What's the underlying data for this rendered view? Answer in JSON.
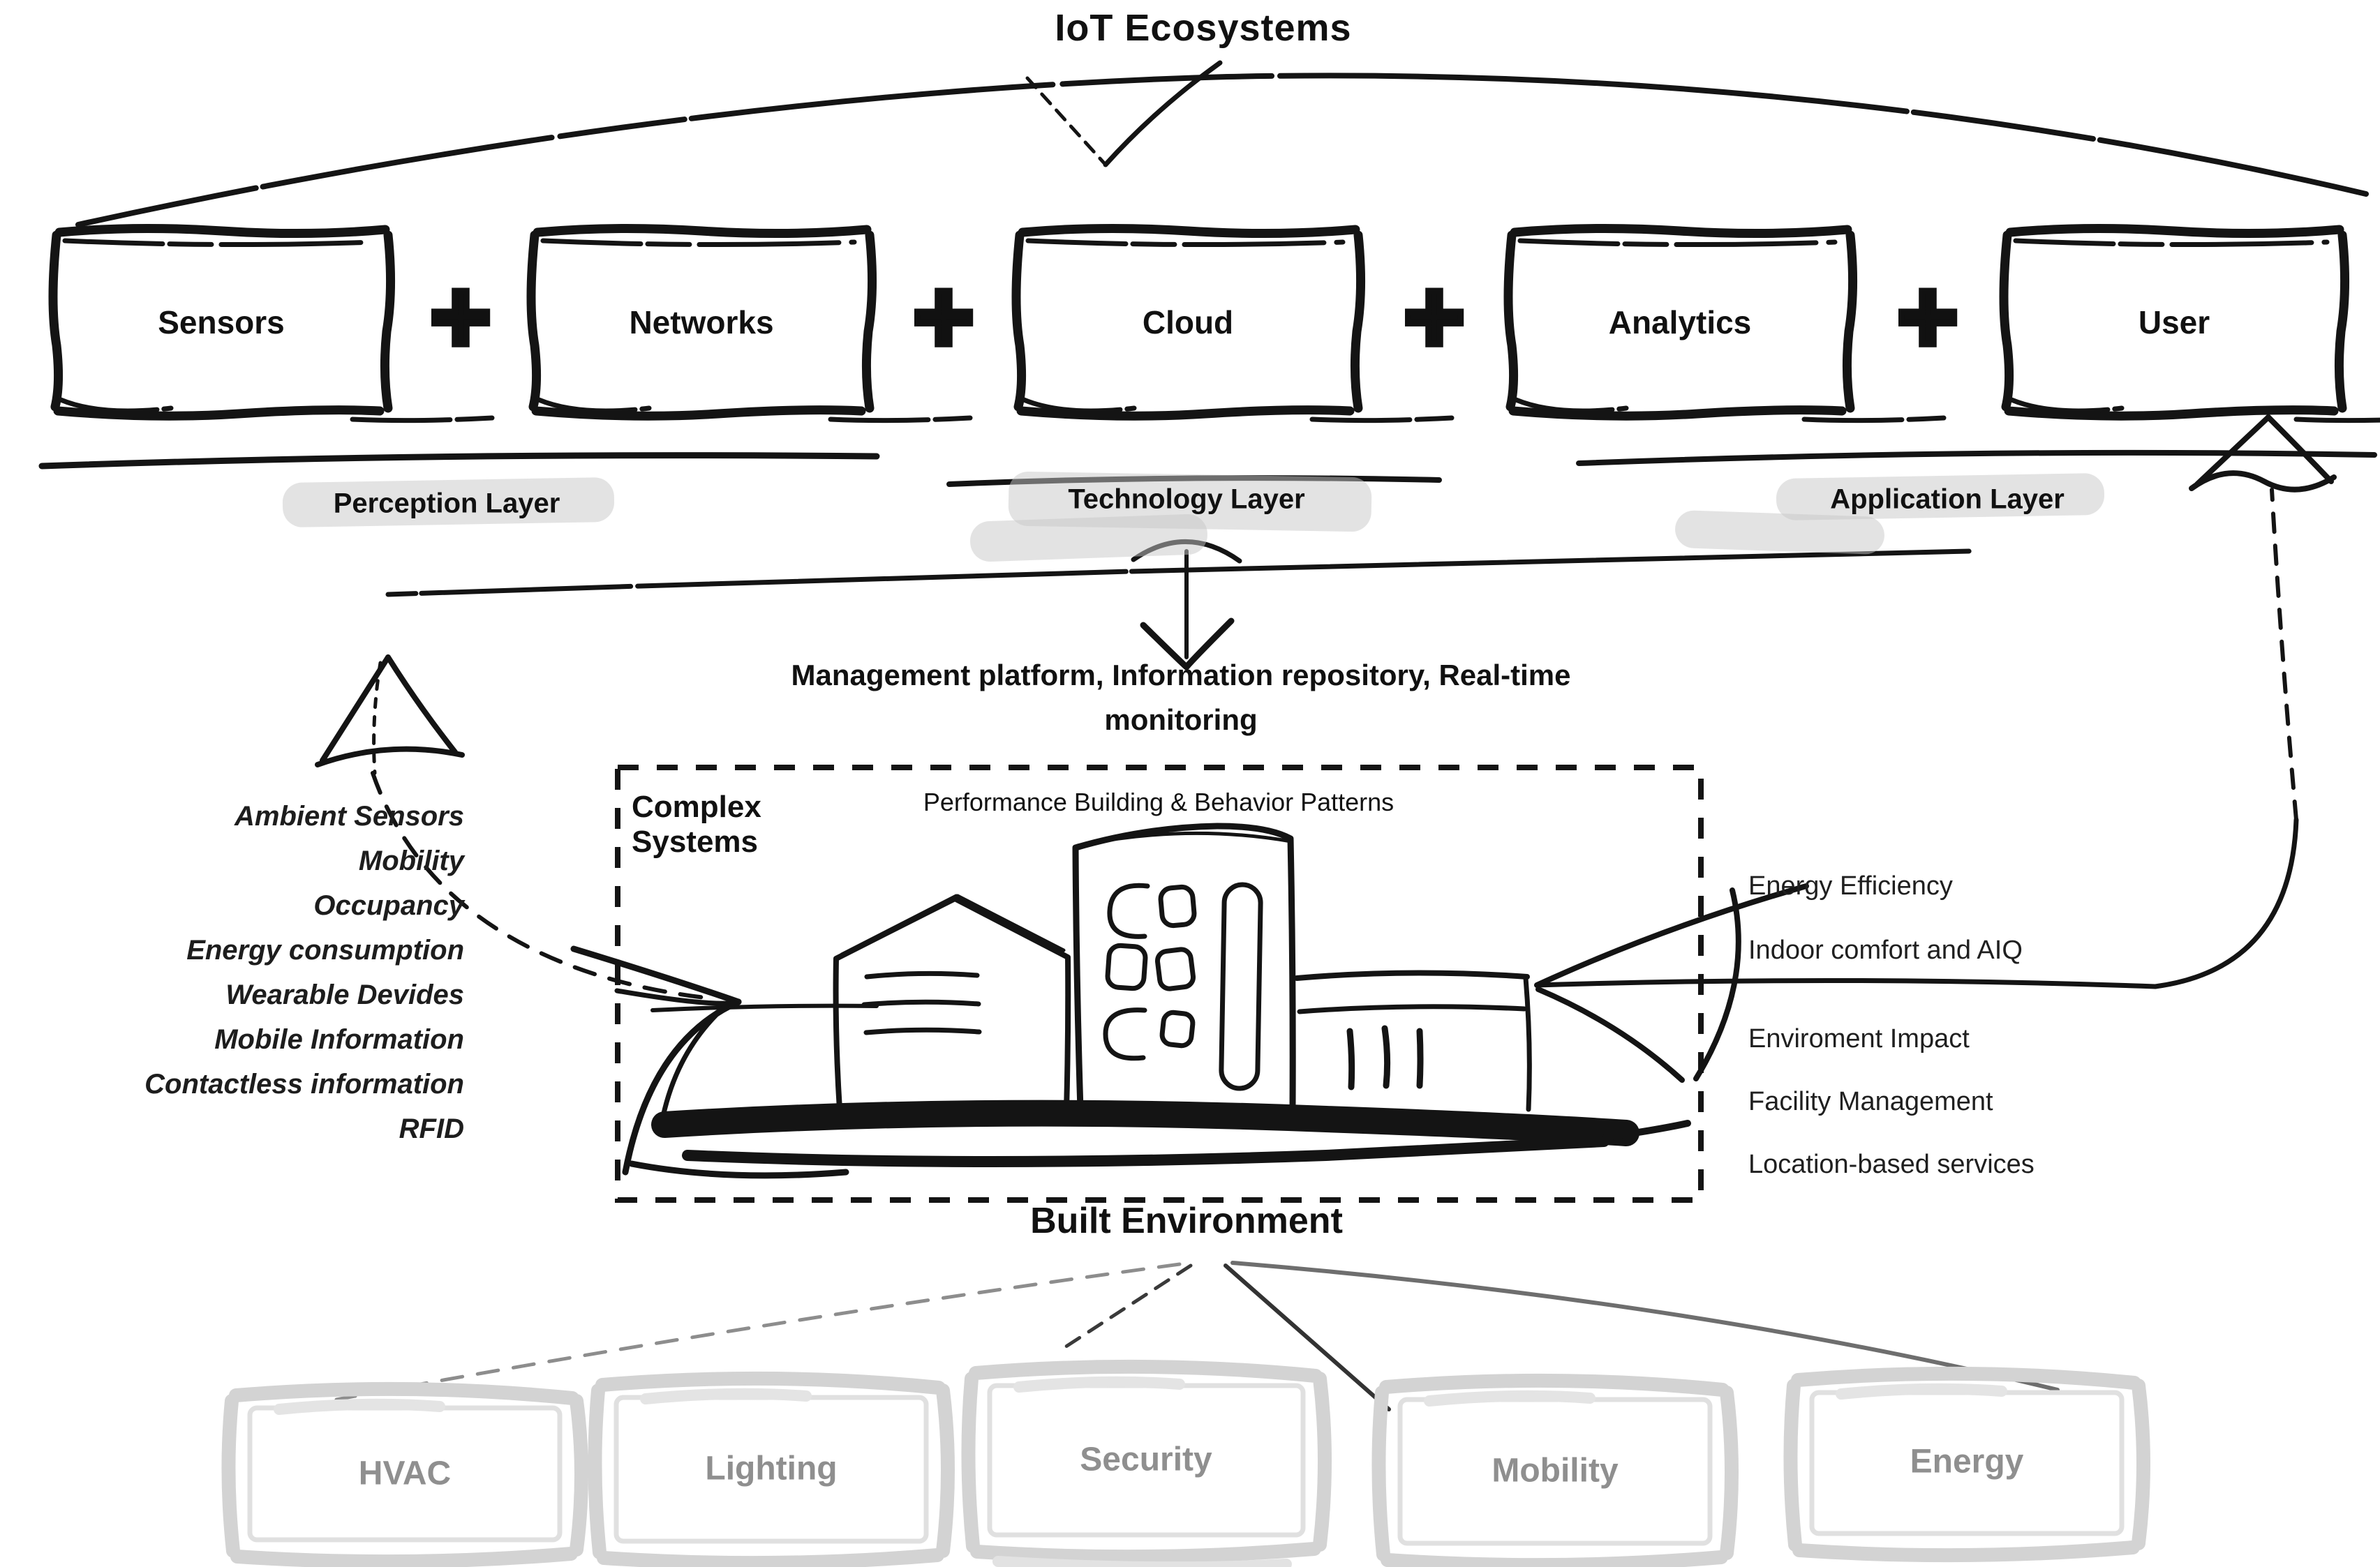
{
  "title": "IoT Ecosystems",
  "plus_symbol": "+",
  "components": [
    {
      "label": "Sensors"
    },
    {
      "label": "Networks"
    },
    {
      "label": "Cloud"
    },
    {
      "label": "Analytics"
    },
    {
      "label": "User"
    }
  ],
  "layers": [
    "Perception Layer",
    "Technology Layer",
    "Application Layer"
  ],
  "platform_caption": {
    "line1": "Management platform, Information repository, Real-time",
    "line2": "monitoring"
  },
  "complex_systems": {
    "label_line1": "Complex",
    "label_line2": "Systems",
    "caption": "Performance Building & Behavior Patterns"
  },
  "built_environment": "Built Environment",
  "perception_inputs": [
    "Ambient Sensors",
    "Mobility",
    "Occupancy",
    "Energy consumption",
    "Wearable Devides",
    "Mobile Information",
    "Contactless information",
    "RFID"
  ],
  "application_outputs_top": [
    "Energy Efficiency",
    "Indoor comfort and AIQ"
  ],
  "application_outputs_bottom": [
    "Enviroment Impact",
    "Facility Management",
    "Location-based services"
  ],
  "domains": [
    "HVAC",
    "Lighting",
    "Security",
    "Mobility",
    "Energy"
  ],
  "colors": {
    "ink": "#141414",
    "gray_box_border": "#d3d3d3",
    "gray_text": "#8f8f8f",
    "highlight": "#c7c7c7"
  }
}
